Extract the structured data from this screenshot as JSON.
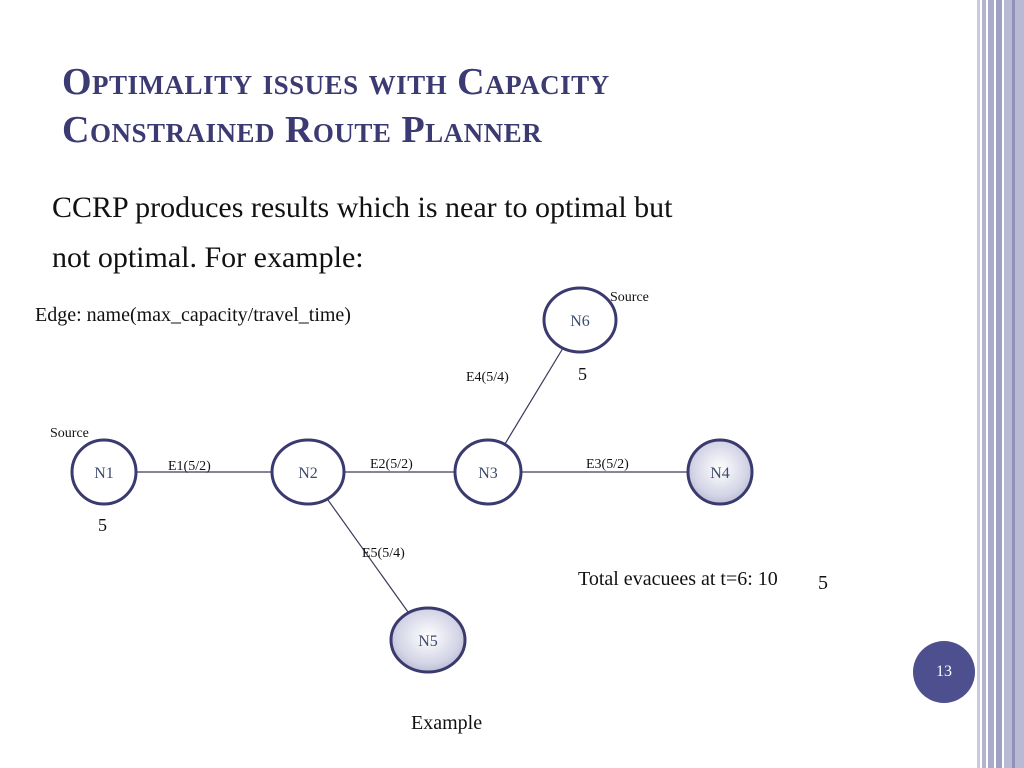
{
  "title": {
    "line1": "Optimality issues with Capacity",
    "line2": "Constrained Route Planner"
  },
  "body": {
    "line1": "CCRP produces results which is near to optimal but",
    "line2": "not optimal. For example:"
  },
  "legend": "Edge: name(max_capacity/travel_time)",
  "nodes": [
    {
      "id": "N1",
      "label": "N1",
      "style": "plain"
    },
    {
      "id": "N2",
      "label": "N2",
      "style": "plain"
    },
    {
      "id": "N3",
      "label": "N3",
      "style": "plain"
    },
    {
      "id": "N4",
      "label": "N4",
      "style": "shaded"
    },
    {
      "id": "N5",
      "label": "N5",
      "style": "shaded"
    },
    {
      "id": "N6",
      "label": "N6",
      "style": "plain"
    }
  ],
  "edges": [
    {
      "from": "N1",
      "to": "N2",
      "label": "E1(5/2)"
    },
    {
      "from": "N2",
      "to": "N3",
      "label": "E2(5/2)"
    },
    {
      "from": "N3",
      "to": "N4",
      "label": "E3(5/2)"
    },
    {
      "from": "N3",
      "to": "N6",
      "label": "E4(5/4)"
    },
    {
      "from": "N2",
      "to": "N5",
      "label": "E5(5/4)"
    }
  ],
  "annotations": {
    "n1_role": "Source",
    "n6_role": "Source",
    "n1_count": "5",
    "n6_count": "5"
  },
  "total": {
    "text": "Total evacuees at t=6: 10",
    "overlap": "5"
  },
  "caption": "Example",
  "slide_number": "13",
  "colors": {
    "title": "#3b3a72",
    "node_stroke": "#3a3a6e",
    "shaded_fill": "#c7c8dc",
    "slide_badge": "#4e4f8f"
  }
}
